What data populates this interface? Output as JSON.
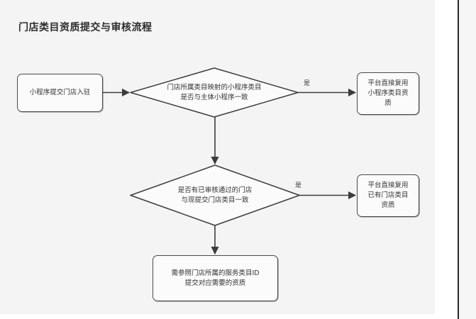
{
  "page": {
    "title": "门店类目资质提交与审核流程",
    "background_color": "#f4f4f4",
    "stroke_color": "#3c3c3c",
    "node_fill": "#fbfbfb"
  },
  "diagram": {
    "type": "flowchart",
    "nodes": [
      {
        "id": "start",
        "shape": "rounded-rect",
        "label": "小程序提交门店入驻"
      },
      {
        "id": "decision-1",
        "shape": "diamond",
        "label": "门店所属类目映射的小程序类目\n是否与主体小程序一致"
      },
      {
        "id": "result-1",
        "shape": "rounded-rect",
        "label": "平台直接复用\n小程序类目资\n质"
      },
      {
        "id": "decision-2",
        "shape": "diamond",
        "label": "是否有已审核通过的门店\n与现提交门店类目一致"
      },
      {
        "id": "result-2",
        "shape": "rounded-rect",
        "label": "平台直接复用\n已有门店类目\n资质"
      },
      {
        "id": "result-3",
        "shape": "rounded-rect",
        "label": "需参照门店所属的服务类目ID\n提交对应需要的资质"
      }
    ],
    "edges": [
      {
        "id": "e1",
        "from": "start",
        "to": "decision-1",
        "label": ""
      },
      {
        "id": "e2",
        "from": "decision-1",
        "to": "result-1",
        "label": "是"
      },
      {
        "id": "e3",
        "from": "decision-1",
        "to": "decision-2",
        "label": ""
      },
      {
        "id": "e4",
        "from": "decision-2",
        "to": "result-2",
        "label": "是"
      },
      {
        "id": "e5",
        "from": "decision-2",
        "to": "result-3",
        "label": ""
      }
    ]
  }
}
